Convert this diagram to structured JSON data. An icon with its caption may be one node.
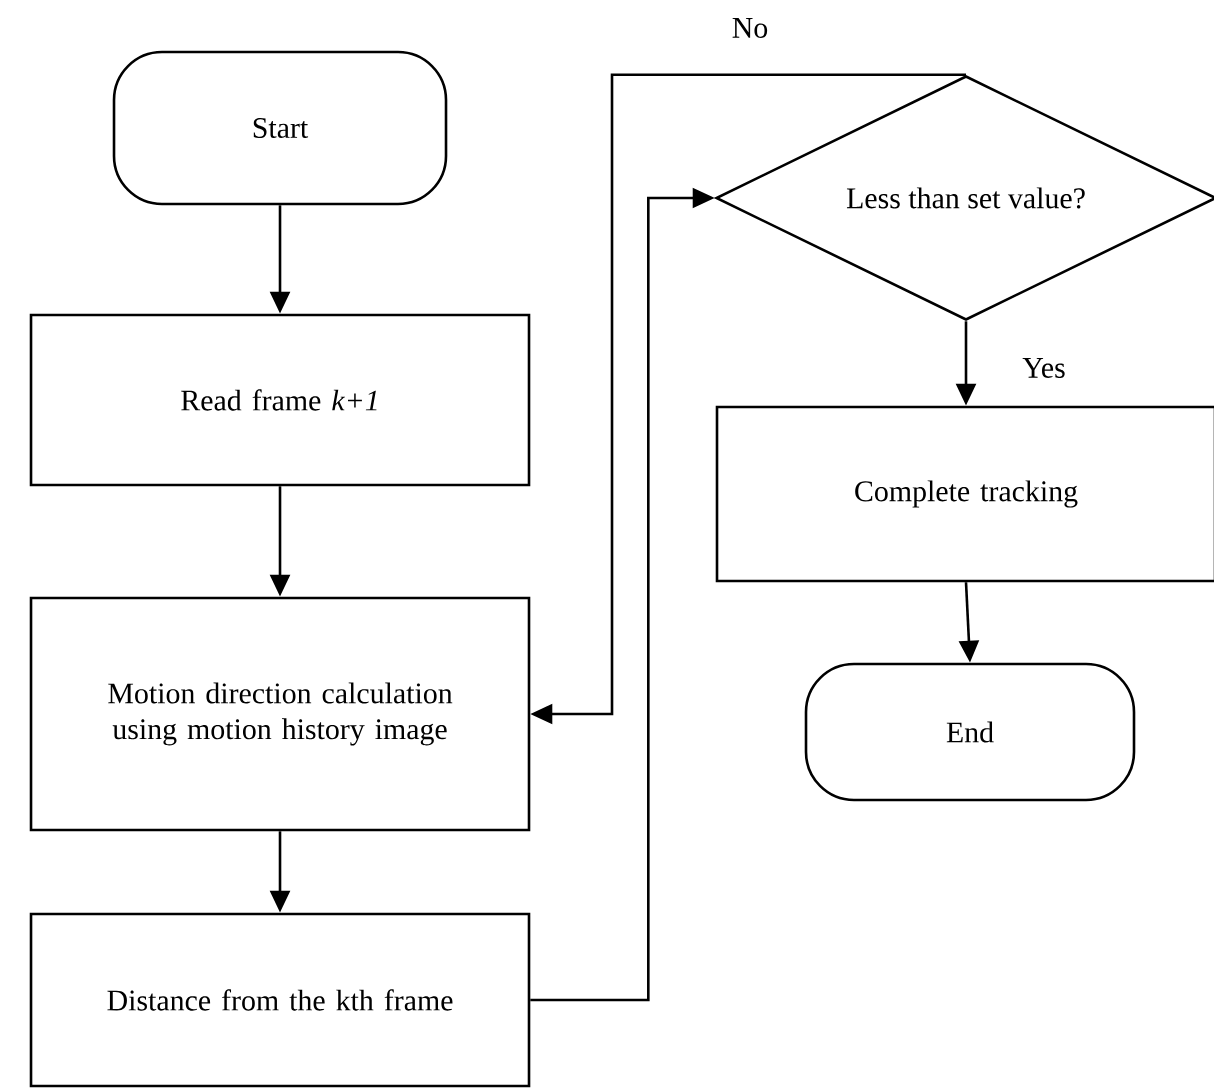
{
  "diagram": {
    "nodes": [
      {
        "text": [
          "Start"
        ]
      },
      {
        "text": [
          "Read frame *k+1*"
        ]
      },
      {
        "text": [
          "Motion direction calculation using motion history image"
        ]
      },
      {
        "text": [
          "Distance from the kth frame"
        ]
      },
      {
        "text": [
          "Less than set value?"
        ]
      },
      {
        "text": [
          "Complete tracking"
        ]
      },
      {
        "text": [
          "End"
        ]
      }
    ],
    "edges": [
      {
        "from": 0,
        "to": 1,
        "arrow": "to"
      },
      {
        "from": 1,
        "to": 2,
        "arrow": "to"
      },
      {
        "from": 2,
        "to": 3,
        "arrow": "to"
      },
      {
        "from": 3,
        "to": 4,
        "arrow": "to"
      },
      {
        "from": 4,
        "to": 2,
        "arrow": "to",
        "label": "No"
      },
      {
        "from": 4,
        "to": 5,
        "arrow": "to",
        "label": "Yes"
      },
      {
        "from": 5,
        "to": 6,
        "arrow": "to"
      }
    ]
  }
}
